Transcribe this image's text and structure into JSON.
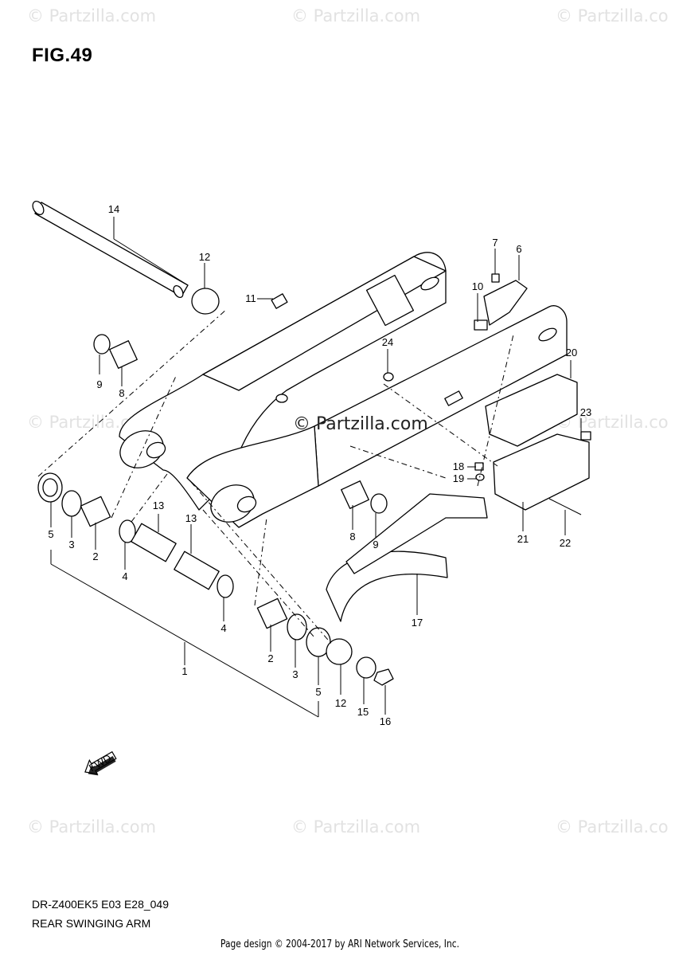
{
  "watermark": {
    "text_full": "© Partzilla.com",
    "text_cut": "© Partzilla.co",
    "center": "© Partzilla.com"
  },
  "figure": {
    "title": "FIG.49",
    "model_code": "DR-Z400EK5 E03 E28_049",
    "part_group": "REAR SWINGING ARM"
  },
  "footer": "Page design © 2004-2017 by ARI Network Services, Inc.",
  "fwd_label": "FWD",
  "callouts": [
    "1",
    "2",
    "2",
    "3",
    "3",
    "4",
    "4",
    "5",
    "5",
    "6",
    "7",
    "8",
    "8",
    "9",
    "9",
    "10",
    "11",
    "12",
    "12",
    "13",
    "13",
    "14",
    "15",
    "16",
    "17",
    "18",
    "19",
    "20",
    "21",
    "22",
    "23",
    "24"
  ]
}
